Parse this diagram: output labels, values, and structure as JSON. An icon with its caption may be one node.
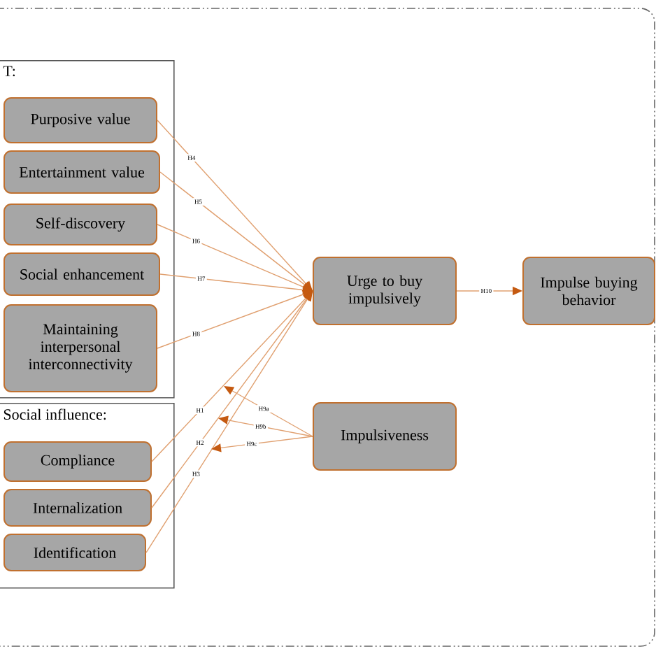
{
  "diagram": {
    "nodes": [
      {
        "text": [
          "T:"
        ]
      },
      {
        "text": [
          "Purposive value"
        ],
        "in": 0
      },
      {
        "text": [
          "Entertainment value"
        ],
        "in": 0
      },
      {
        "text": [
          "Self-discovery"
        ],
        "in": 0
      },
      {
        "text": [
          "Social enhancement"
        ],
        "in": 0
      },
      {
        "text": [
          "Maintaining interpersonal interconnectivity"
        ],
        "in": 0
      },
      {
        "text": [
          "Social influence:"
        ]
      },
      {
        "text": [
          "Compliance"
        ],
        "in": 6
      },
      {
        "text": [
          "Internalization"
        ],
        "in": 6
      },
      {
        "text": [
          "Identification"
        ],
        "in": 6
      },
      {
        "text": [
          "Urge to buy impulsively"
        ]
      },
      {
        "text": [
          "Impulse buying behavior"
        ]
      },
      {
        "text": [
          "Impulsiveness"
        ]
      }
    ],
    "edges": [
      {
        "from": 1,
        "to": 10,
        "arrow": "to",
        "label": "H4"
      },
      {
        "from": 2,
        "to": 10,
        "arrow": "to",
        "label": "H5"
      },
      {
        "from": 3,
        "to": 10,
        "arrow": "to",
        "label": "H6"
      },
      {
        "from": 4,
        "to": 10,
        "arrow": "to",
        "label": "H7"
      },
      {
        "from": 5,
        "to": 10,
        "arrow": "to",
        "label": "H8"
      },
      {
        "from": 7,
        "to": 10,
        "arrow": "to",
        "label": "H1"
      },
      {
        "from": 8,
        "to": 10,
        "arrow": "to",
        "label": "H2"
      },
      {
        "from": 9,
        "to": 10,
        "arrow": "to",
        "label": "H3"
      },
      {
        "from": 10,
        "to": 11,
        "arrow": "to",
        "label": "H10"
      },
      {
        "from": 12,
        "to": null,
        "arrow": "to",
        "label": "H9a"
      },
      {
        "from": 12,
        "to": null,
        "arrow": "to",
        "label": "H9b"
      },
      {
        "from": 12,
        "to": null,
        "arrow": "to",
        "label": "H9c"
      }
    ]
  }
}
